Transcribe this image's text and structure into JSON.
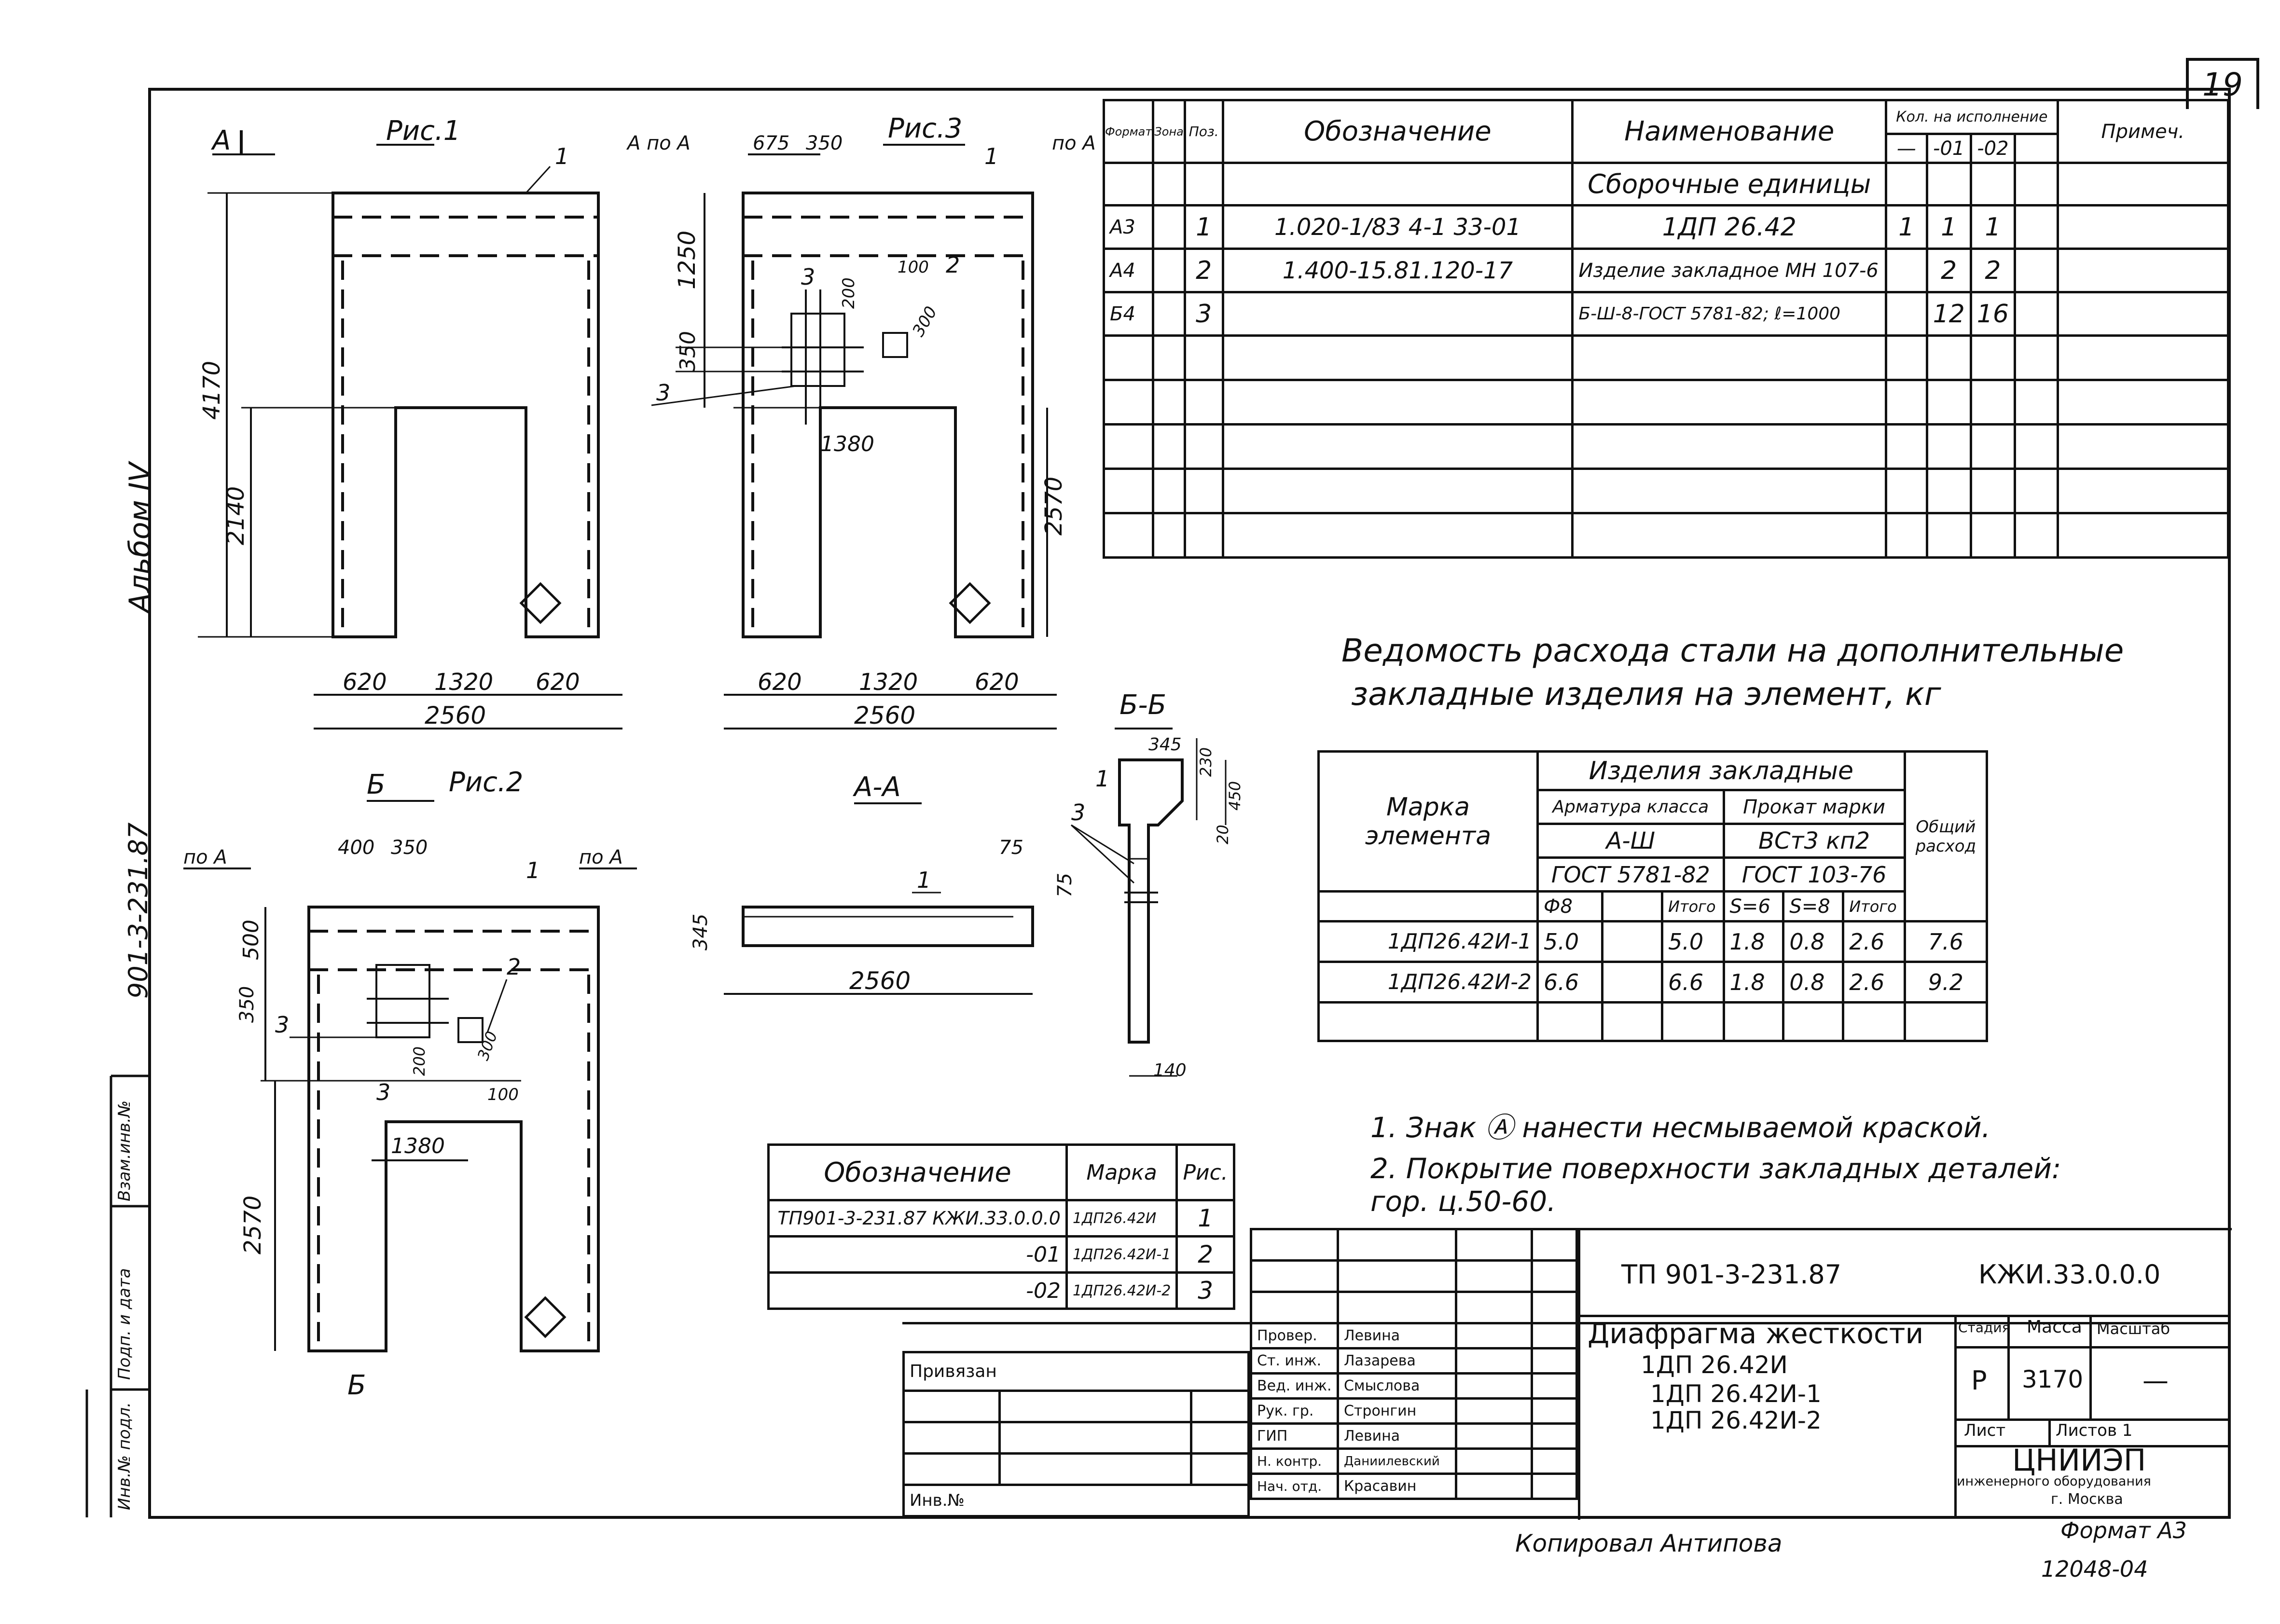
{
  "sheet_number": "19",
  "album_label": "Альбом IV",
  "series_code": "901-3-231.87",
  "side_stamp": [
    "Инв.№ подл.",
    "Подп. и дата",
    "Взам.инв.№"
  ],
  "figures": {
    "fig1": {
      "title": "Рис.1",
      "section_mark": "А",
      "marker": "1",
      "dims": [
        "4170",
        "2140",
        "620",
        "1320",
        "620",
        "2560"
      ]
    },
    "fig3": {
      "title": "Рис.3",
      "section_mark_left": "А по А",
      "section_mark_right": "по А",
      "marker": "1",
      "dims": [
        "675",
        "350",
        "1250",
        "350",
        "100",
        "2",
        "200",
        "300",
        "3",
        "3",
        "1380",
        "2570",
        "620",
        "1320",
        "620",
        "2560"
      ]
    },
    "fig2": {
      "title": "Рис.2",
      "section_mark_top": "Б",
      "section_mark_bottom": "Б",
      "left_mark": "по А",
      "right_mark": "по А",
      "marker": "1",
      "dims": [
        "400",
        "350",
        "500",
        "350",
        "3",
        "2",
        "3",
        "200",
        "300",
        "100",
        "1380",
        "2570"
      ]
    },
    "secAA": {
      "title": "А-А",
      "marker": "1",
      "dims": [
        "75",
        "75",
        "345",
        "2560"
      ]
    },
    "secBB": {
      "title": "Б-Б",
      "marker": "1",
      "dims": [
        "345",
        "230",
        "450",
        "20",
        "3",
        "140"
      ]
    }
  },
  "spec_table": {
    "headers": [
      "Формат",
      "Зона",
      "Поз.",
      "Обозначение",
      "Наименование",
      "Кол. на исполнение",
      "—",
      "-01",
      "-02",
      "Примеч."
    ],
    "section_title": "Сборочные единицы",
    "rows": [
      [
        "А3",
        "",
        "1",
        "1.020-1/83 4-1 33-01",
        "1ДП 26.42",
        "1",
        "1",
        "1",
        ""
      ],
      [
        "А4",
        "",
        "2",
        "1.400-15.81.120-17",
        "Изделие закладное МН 107-6",
        "",
        "2",
        "2",
        ""
      ],
      [
        "Б4",
        "",
        "3",
        "",
        "Б-Ш-8-ГОСТ 5781-82; ℓ=1000",
        "",
        "12",
        "16",
        ""
      ]
    ]
  },
  "steel_table": {
    "title_line1": "Ведомость расхода стали на дополнительные",
    "title_line2": "закладные изделия на элемент, кг",
    "h_mark": "Марка элемента",
    "h_items": "Изделия закладные",
    "h_rebar": "Арматура класса",
    "h_rolled": "Прокат марки",
    "h_total": "Общий расход",
    "h_rebar_class": "А-Ш",
    "h_rolled_grade": "ВСт3 кп2",
    "h_rebar_gost": "ГОСТ 5781-82",
    "h_rolled_gost": "ГОСТ 103-76",
    "cols": [
      "Ф8",
      "",
      "Итого",
      "S=6",
      "S=8",
      "Итого"
    ],
    "rows": [
      [
        "1ДП26.42И-1",
        "5.0",
        "",
        "5.0",
        "1.8",
        "0.8",
        "2.6",
        "7.6"
      ],
      [
        "1ДП26.42И-2",
        "6.6",
        "",
        "6.6",
        "1.8",
        "0.8",
        "2.6",
        "9.2"
      ]
    ]
  },
  "notes": [
    "1. Знак Ⓐ нанести несмываемой краской.",
    "2. Покрытие поверхности закладных деталей:",
    "гор. ц.50-60."
  ],
  "variants_table": {
    "headers": [
      "Обозначение",
      "Марка",
      "Рис."
    ],
    "rows": [
      [
        "ТП901-3-231.87 КЖИ.33.0.0.0",
        "1ДП26.42И",
        "1"
      ],
      [
        "-01",
        "1ДП26.42И-1",
        "2"
      ],
      [
        "-02",
        "1ДП26.42И-2",
        "3"
      ]
    ]
  },
  "title_block": {
    "project_code": "ТП 901-3-231.87",
    "doc_code": "КЖИ.33.0.0.0",
    "name_line1": "Диафрагма жесткости",
    "name_line2": "1ДП 26.42И",
    "name_line3": "1ДП 26.42И-1",
    "name_line4": "1ДП 26.42И-2",
    "stage_label": "Стадия",
    "mass_label": "Масса",
    "scale_label": "Масштаб",
    "stage": "Р",
    "mass": "3170",
    "scale": "—",
    "sheet_label": "Лист",
    "sheets_label": "Листов 1",
    "org_line1": "ЦНИИЭП",
    "org_line2": "инженерного оборудования",
    "org_line3": "г. Москва",
    "privyazan": "Привязан",
    "inv_no": "Инв.№",
    "signatures": [
      [
        "Провер.",
        "Левина"
      ],
      [
        "Ст. инж.",
        "Лазарева"
      ],
      [
        "Вед. инж.",
        "Смыслова"
      ],
      [
        "Рук. гр.",
        "Стронгин"
      ],
      [
        "ГИП",
        "Левина"
      ],
      [
        "Н. контр.",
        "Даниилевский"
      ],
      [
        "Нач. отд.",
        "Красавин"
      ]
    ]
  },
  "footer": {
    "copied": "Копировал Антипова",
    "format": "Формат А3",
    "archive_no": "12048-04"
  }
}
